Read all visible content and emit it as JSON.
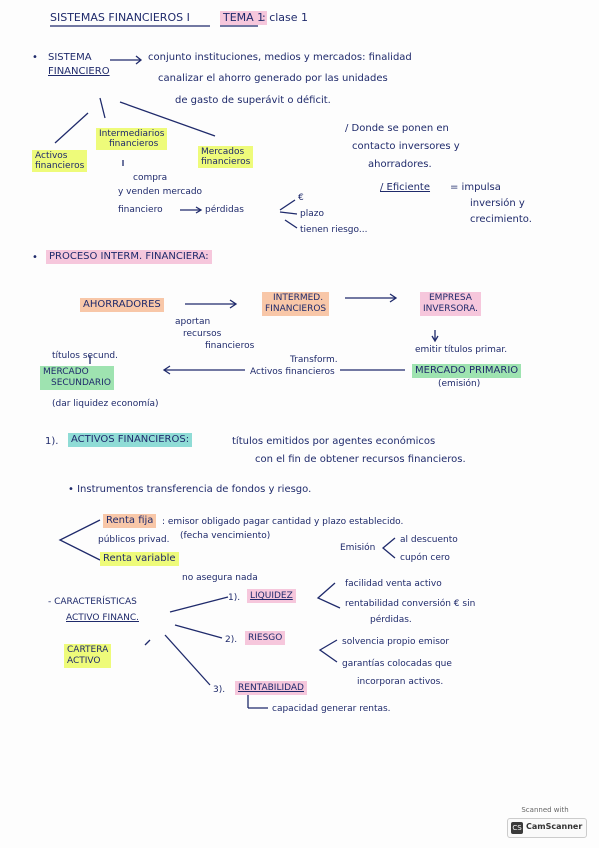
{
  "header": {
    "title": "SISTEMAS FINANCIEROS I",
    "tema": "TEMA 1",
    "clase": ": clase 1"
  },
  "sistema": {
    "label_1": "SISTEMA",
    "label_2": "FINANCIERO",
    "def_1": "conjunto instituciones, medios y mercados: finalidad",
    "def_2": "canalizar el ahorro generado por las unidades",
    "def_3": "de gasto de superávit o déficit."
  },
  "tree": {
    "intermediarios_1": "Intermediarios",
    "intermediarios_2": "financieros",
    "activos_1": "Activos",
    "activos_2": "financieros",
    "mercados_1": "Mercados",
    "mercados_2": "financieros",
    "compra_1": "compra",
    "compra_2": "y venden mercado",
    "compra_3": "financiero",
    "perdidas": "pérdidas",
    "euro": "€",
    "plazo": "plazo",
    "riesgo": "tienen riesgo..."
  },
  "notas": {
    "donde_1": "/ Donde se ponen en",
    "donde_2": "contacto inversores y",
    "donde_3": "ahorradores.",
    "eficiente_label": "/ Eficiente",
    "eficiente_1": "= impulsa",
    "eficiente_2": "inversión y",
    "eficiente_3": "crecimiento."
  },
  "proceso": {
    "title": "PROCESO INTERM. FINANCIERA:",
    "ahorradores": "AHORRADORES",
    "aportan_1": "aportan",
    "aportan_2": "recursos",
    "aportan_3": "financieros",
    "interm_1": "INTERMED.",
    "interm_2": "FINANCIEROS",
    "empresa_1": "EMPRESA",
    "empresa_2": "INVERSORA.",
    "emitir": "emitir títulos primar.",
    "titulos_secund": "títulos secund.",
    "transform_1": "Transform.",
    "transform_2": "Activos financieros",
    "mercado_sec_1": "MERCADO",
    "mercado_sec_2": "SECUNDARIO",
    "mercado_sec_3": "(dar liquidez economía)",
    "mercado_prim": "MERCADO PRIMARIO",
    "emision": "(emisión)"
  },
  "activos": {
    "num": "1).",
    "title": "ACTIVOS FINANCIEROS:",
    "def_1": "títulos emitidos por agentes económicos",
    "def_2": "con el fin de obtener recursos financieros.",
    "instrumentos": "• Instrumentos transferencia de fondos y riesgo.",
    "renta_fija": "Renta fija",
    "renta_fija_desc": ": emisor obligado pagar cantidad y plazo establecido.",
    "publicos": "públicos privad.",
    "fecha": "(fecha vencimiento)",
    "emision": "Emisión",
    "al_descuento": "al descuento",
    "cupon_cero": "cupón cero",
    "renta_variable": "Renta variable",
    "no_asegura": "no asegura nada"
  },
  "caracteristicas": {
    "title_1": "- CARACTERÍSTICAS",
    "title_2": "ACTIVO FINANC.",
    "cartera_1": "CARTERA",
    "cartera_2": "ACTIVO",
    "liquidez_num": "1).",
    "liquidez": "LIQUIDEZ",
    "liquidez_1": "facilidad venta activo",
    "liquidez_2": "rentabilidad conversión € sin",
    "liquidez_3": "pérdidas.",
    "riesgo_num": "2).",
    "riesgo": "RIESGO",
    "riesgo_1": "solvencia propio emisor",
    "riesgo_2": "garantías colocadas que",
    "riesgo_3": "incorporan activos.",
    "rent_num": "3).",
    "rentabilidad": "RENTABILIDAD",
    "rent_desc": "capacidad generar rentas."
  },
  "scanner": {
    "scanned_with": "Scanned with",
    "name": "CamScanner",
    "mark": "CS"
  }
}
